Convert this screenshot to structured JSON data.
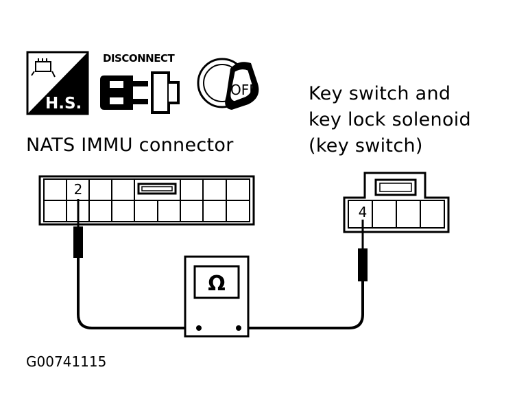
{
  "icons": {
    "hs_label": "H.S.",
    "disconnect_label": "DISCONNECT",
    "ignition_label": "OFF"
  },
  "left_connector": {
    "title": "NATS IMMU connector",
    "pin_label": "2"
  },
  "right_connector": {
    "title_lines": [
      "Key switch and",
      "key lock solenoid",
      "(key switch)"
    ],
    "pin_label": "4"
  },
  "meter": {
    "symbol": "Ω"
  },
  "figure_id": "G00741115",
  "colors": {
    "ink": "#000000",
    "background": "#ffffff"
  }
}
